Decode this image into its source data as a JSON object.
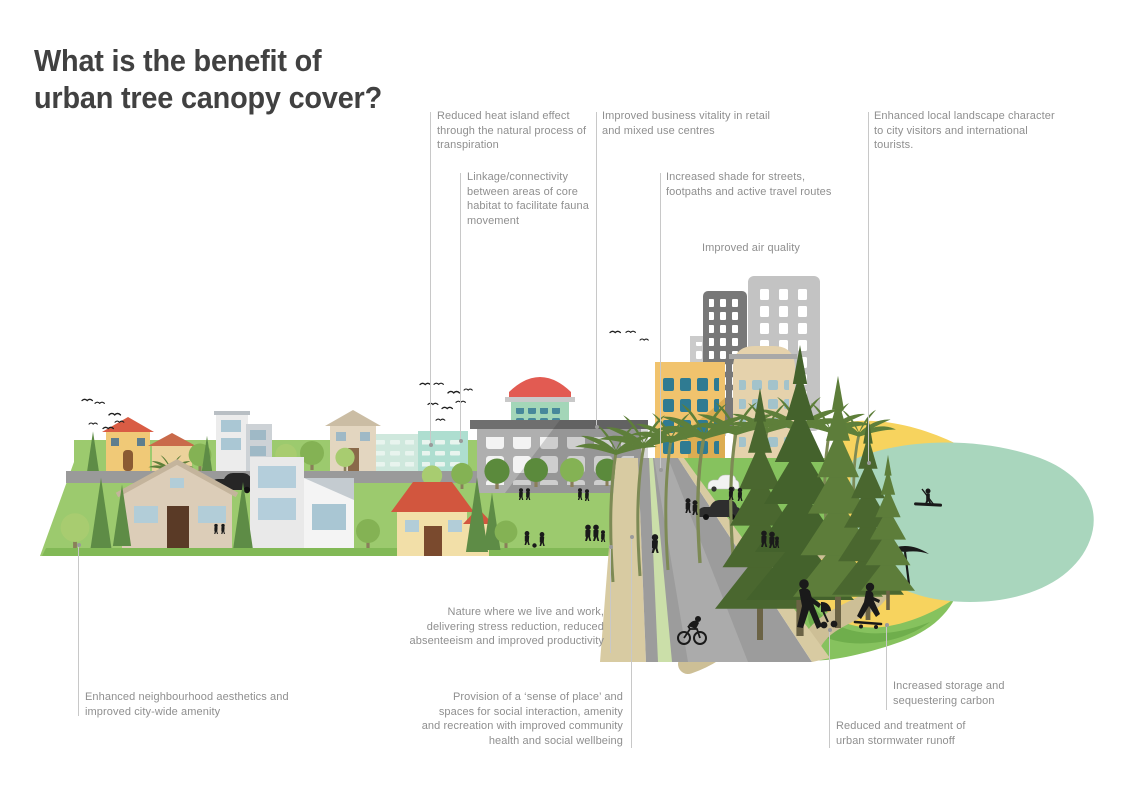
{
  "title": {
    "line1": "What is the benefit of",
    "line2": "urban tree canopy cover?"
  },
  "callouts": {
    "heat_island": "Reduced heat island effect\nthrough the natural process of\ntranspiration",
    "linkage": "Linkage/connectivity\nbetween areas of core\nhabitat to facilitate fauna\nmovement",
    "business": "Improved business vitality in retail\nand mixed use centres",
    "shade": "Increased shade for streets,\nfootpaths and active travel routes",
    "air_quality": "Improved air quality",
    "landscape": "Enhanced local landscape character\nto city visitors and international\ntourists.",
    "nature": "Nature where we live and work,\ndelivering stress reduction, reduced\nabsenteeism and improved productivity",
    "sense_of_place": "Provision of a ‘sense of place’ and\nspaces for social interaction, amenity\nand recreation with improved community\nhealth and social wellbeing",
    "aesthetics": "Enhanced neighbourhood aesthetics and\nimproved city-wide amenity",
    "carbon": "Increased storage and\nsequestering carbon",
    "stormwater": "Reduced and treatment of\nurban stormwater runoff"
  },
  "illustration_icons": [
    "suburb-houses-icon",
    "city-towers-icon",
    "dome-civic-building-icon",
    "boulevard-road-icon",
    "palm-trees-icon",
    "pine-trees-icon",
    "park-path-icon",
    "beach-umbrella-icon",
    "paddleboarder-icon",
    "cyclist-icon",
    "stroller-walker-icon",
    "skateboarder-icon",
    "birds-icon"
  ],
  "palette": {
    "title_text": "#414141",
    "label_text": "#8f8f8f",
    "leader_line": "#c8c8c8",
    "leader_dot": "#9a9a9a",
    "grass": "#9cca6e",
    "grass_dark": "#82b956",
    "park_green": "#86c25e",
    "road_gray": "#9c9c9c",
    "sidewalk_tan": "#d8cba2",
    "sand_yellow": "#f7d35e",
    "water_teal": "#a9d6bd",
    "palm_olive": "#5e7f3a",
    "pine_green": "#4a672f",
    "silhouette": "#1a1a1a",
    "accent_red": "#d95c44"
  }
}
